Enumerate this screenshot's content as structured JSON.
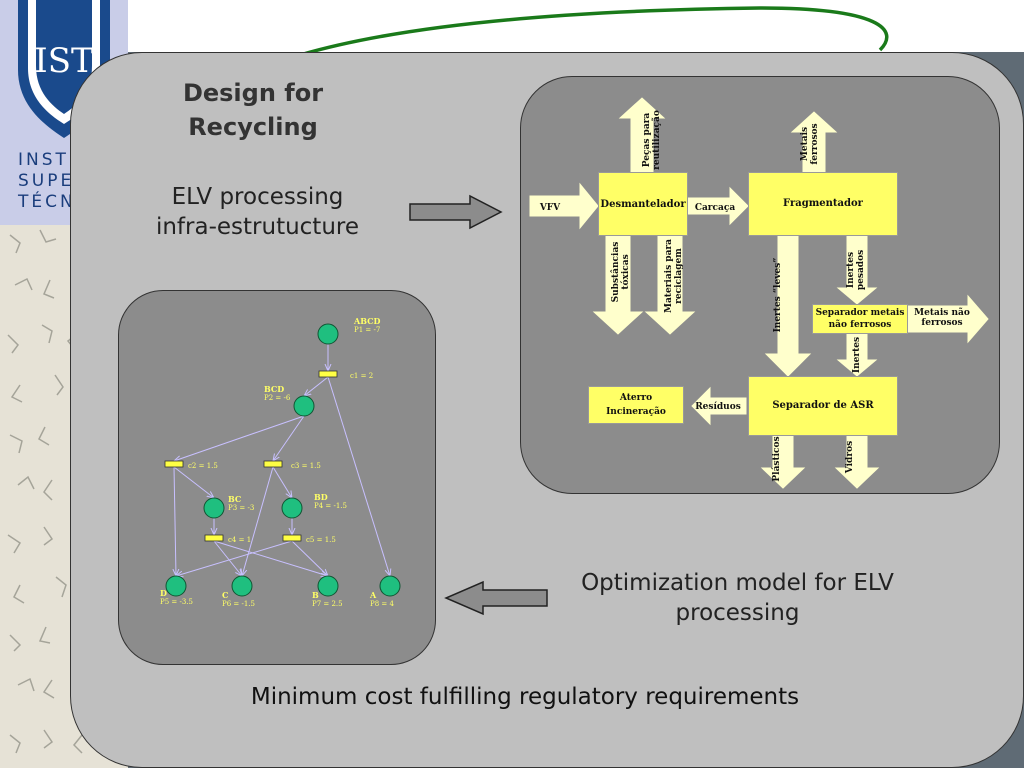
{
  "logo": {
    "lines": [
      "INSTITUTO",
      "SUPERIOR",
      "TÉCNICO"
    ]
  },
  "title": "Design for\nRecycling",
  "elv_text": "ELV processing\ninfra-estrutucture",
  "opt_text": "Optimization model for ELV\nprocessing",
  "bottom_text": "Minimum cost fulfilling regulatory requirements",
  "flow": {
    "vfv": "VFV",
    "desmantelador": "Desmantelador",
    "carcaca": "Carcaça",
    "fragmentador": "Fragmentador",
    "pecas": "Peças para\nreutilização",
    "metais_ferrosos": "Metais\nferrosos",
    "substancias": "Substâncias\ntóxicas",
    "materiais": "Materiais para\nreciclagem",
    "inertes_leves": "Inertes “leves”",
    "inertes_pesados": "Inertes\npesados",
    "separador_metais": "Separador metais\nnão ferrosos",
    "metais_nao_ferrosos": "Metais não\nferrosos",
    "inertes": "Inertes",
    "separador_asr": "Separador de ASR",
    "aterro": "Aterro\nIncineração",
    "residuos": "Resíduos",
    "plasticos": "Plásticos",
    "vidros": "Vidros"
  },
  "network": {
    "nodes": [
      {
        "label": "ABCD",
        "value": "P1 = -7"
      },
      {
        "label": "BCD",
        "value": "P2 = -6"
      },
      {
        "label": "BC",
        "value": "P3 = -3"
      },
      {
        "label": "BD",
        "value": "P4 = -1.5"
      },
      {
        "label": "D",
        "value": "P5 = -3.5"
      },
      {
        "label": "C",
        "value": "P6 = -1.5"
      },
      {
        "label": "B",
        "value": "P7 = 2.5"
      },
      {
        "label": "A",
        "value": "P8 = 4"
      }
    ],
    "cuts": [
      "c1 = 2",
      "c2 = 1.5",
      "c3 = 1.5",
      "c4 = 1",
      "c5 = 1.5"
    ]
  },
  "colors": {
    "panel": "#bfbfbf",
    "inner_panel": "#8c8c8c",
    "flow_box": "#ffff66",
    "arrow_fill": "#ffffcc",
    "node": "#1fbf7f",
    "link": "#c8c0ff",
    "swoosh": "#1a7a1a"
  }
}
